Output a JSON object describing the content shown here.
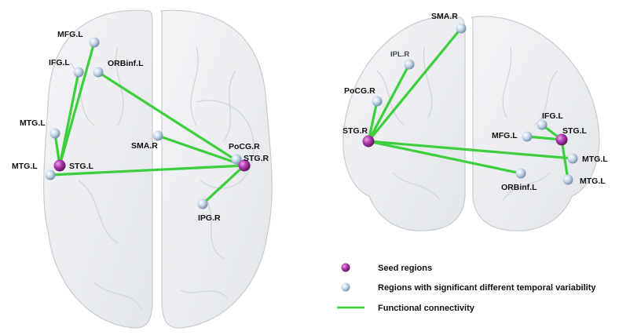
{
  "colors": {
    "seed": "#9b2a9b",
    "region": "#b9cde0",
    "connection": "#3ecf3e",
    "brain_fill": "#e9ecef",
    "brain_stroke": "#c7ccd2"
  },
  "views": {
    "axial": {
      "nodes": [
        {
          "id": "mfg_l",
          "kind": "region",
          "label": "MFG.L"
        },
        {
          "id": "ifg_l",
          "kind": "region",
          "label": "IFG.L"
        },
        {
          "id": "orbinf_l",
          "kind": "region",
          "label": "ORBinf.L"
        },
        {
          "id": "mtg_l_a",
          "kind": "region",
          "label": "MTG.L"
        },
        {
          "id": "mtg_l_b",
          "kind": "region",
          "label": "MTG.L"
        },
        {
          "id": "stg_l",
          "kind": "seed",
          "label": "STG.L"
        },
        {
          "id": "sma_r",
          "kind": "region",
          "label": "SMA.R"
        },
        {
          "id": "pocg_r",
          "kind": "region",
          "label": "PoCG.R"
        },
        {
          "id": "stg_r",
          "kind": "seed",
          "label": "STG.R"
        },
        {
          "id": "ipg_r",
          "kind": "region",
          "label": "IPG.R"
        }
      ],
      "edges": [
        [
          "stg_l",
          "mfg_l"
        ],
        [
          "stg_l",
          "ifg_l"
        ],
        [
          "stg_l",
          "mtg_l_a"
        ],
        [
          "orbinf_l",
          "stg_r"
        ],
        [
          "sma_r",
          "stg_r"
        ],
        [
          "mtg_l_b",
          "stg_r"
        ],
        [
          "ipg_r",
          "stg_r"
        ]
      ]
    },
    "coronal": {
      "nodes": [
        {
          "id": "sma_r",
          "kind": "region",
          "label": "SMA.R"
        },
        {
          "id": "ipl_r",
          "kind": "region",
          "label": "IPL.R"
        },
        {
          "id": "pocg_r",
          "kind": "region",
          "label": "PoCG.R"
        },
        {
          "id": "stg_r",
          "kind": "seed",
          "label": "STG.R"
        },
        {
          "id": "ifg_l",
          "kind": "region",
          "label": "IFG.L"
        },
        {
          "id": "mfg_l",
          "kind": "region",
          "label": "MFG.L"
        },
        {
          "id": "stg_l",
          "kind": "seed",
          "label": "STG.L"
        },
        {
          "id": "mtg_l_a",
          "kind": "region",
          "label": "MTG.L"
        },
        {
          "id": "mtg_l_b",
          "kind": "region",
          "label": "MTG.L"
        },
        {
          "id": "orbinf_l",
          "kind": "region",
          "label": "ORBinf.L"
        }
      ],
      "edges": [
        [
          "stg_r",
          "sma_r"
        ],
        [
          "stg_r",
          "ipl_r"
        ],
        [
          "stg_r",
          "pocg_r"
        ],
        [
          "stg_r",
          "orbinf_l"
        ],
        [
          "stg_r",
          "mtg_l_a"
        ],
        [
          "stg_l",
          "mfg_l"
        ],
        [
          "stg_l",
          "ifg_l"
        ],
        [
          "stg_l",
          "mtg_l_b"
        ]
      ]
    }
  },
  "legend": {
    "seed_label": "Seed regions",
    "region_label": "Regions with significant different temporal variability",
    "connection_label": "Functional connectivity"
  }
}
